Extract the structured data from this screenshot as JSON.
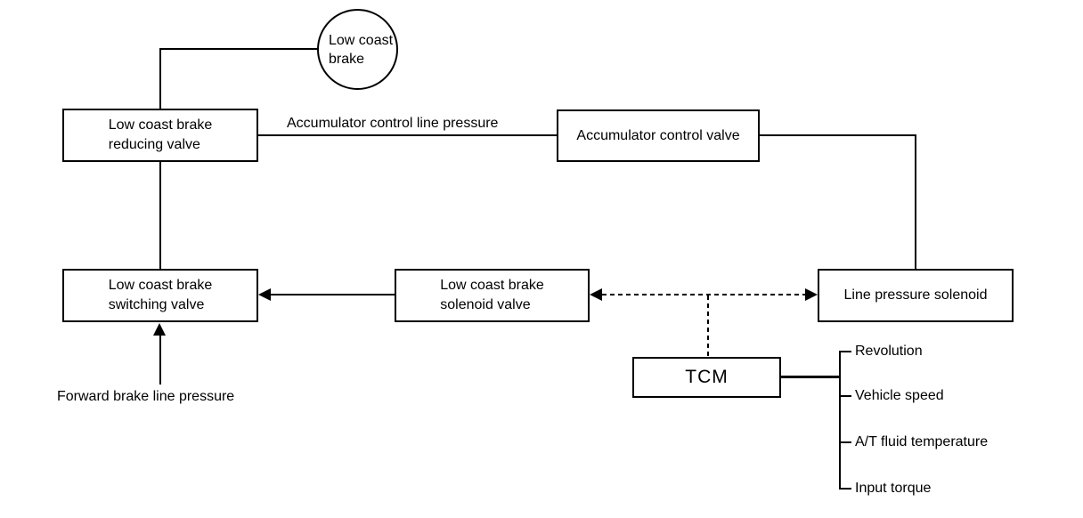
{
  "diagram": {
    "background_color": "#ffffff",
    "line_color": "#000000",
    "nodes": {
      "low_coast_brake": {
        "line1": "Low coast",
        "line2": "brake"
      },
      "reducing_valve": {
        "line1": "Low coast brake",
        "line2": "reducing valve"
      },
      "accumulator_control_valve": {
        "label": "Accumulator control valve"
      },
      "switching_valve": {
        "line1": "Low coast brake",
        "line2": "switching valve"
      },
      "solenoid_valve": {
        "line1": "Low coast brake",
        "line2": "solenoid valve"
      },
      "line_pressure_solenoid": {
        "label": "Line pressure solenoid"
      },
      "tcm": {
        "label": "TCM"
      }
    },
    "flow_labels": {
      "accumulator_control_line_pressure": "Accumulator control line pressure",
      "forward_brake_line_pressure": "Forward brake line pressure"
    },
    "tcm_inputs": [
      "Revolution",
      "Vehicle speed",
      "A/T fluid temperature",
      "Input torque"
    ]
  }
}
